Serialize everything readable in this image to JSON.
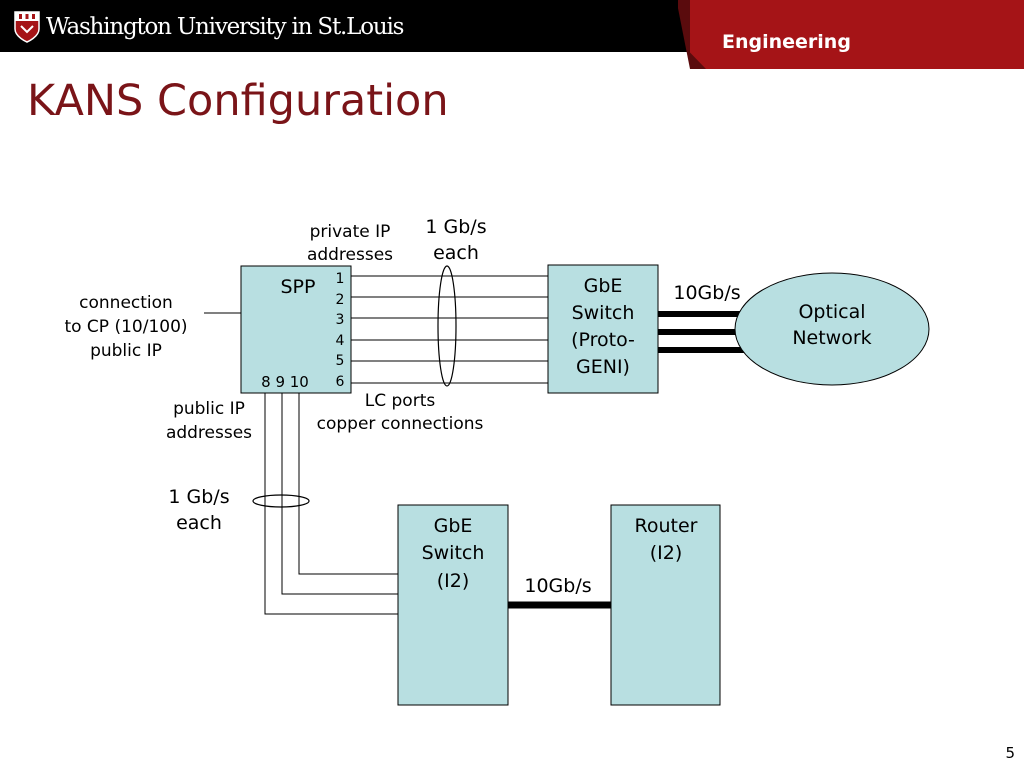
{
  "header": {
    "university": "Washington University in St.Louis",
    "department": "Engineering"
  },
  "slide": {
    "title": "KANS Configuration",
    "page_number": "5"
  },
  "colors": {
    "header_black": "#000000",
    "header_red": "#a51417",
    "title_red": "#7a1418",
    "box_fill": "#b8dfe1"
  },
  "diagram": {
    "spp": {
      "label": "SPP",
      "ports_right": [
        "1",
        "2",
        "3",
        "4",
        "5",
        "6"
      ],
      "ports_bottom": "8 9 10"
    },
    "gbe_switch_proto": [
      "GbE",
      "Switch",
      "(Proto-",
      "GENI)"
    ],
    "optical_network": [
      "Optical",
      "Network"
    ],
    "gbe_switch_i2": [
      "GbE",
      "Switch",
      "(I2)"
    ],
    "router_i2": [
      "Router",
      "(I2)"
    ],
    "labels": {
      "private_ip": [
        "private IP",
        "addresses"
      ],
      "rate_top": [
        "1 Gb/s",
        "each"
      ],
      "rate_10g_top": "10Gb/s",
      "connection_cp": [
        "connection",
        "to CP (10/100)",
        "public IP"
      ],
      "lc_ports": [
        "LC ports",
        "copper connections"
      ],
      "public_ip": [
        "public IP",
        "addresses"
      ],
      "rate_bottom": [
        "1 Gb/s",
        "each"
      ],
      "rate_10g_bottom": "10Gb/s"
    }
  }
}
